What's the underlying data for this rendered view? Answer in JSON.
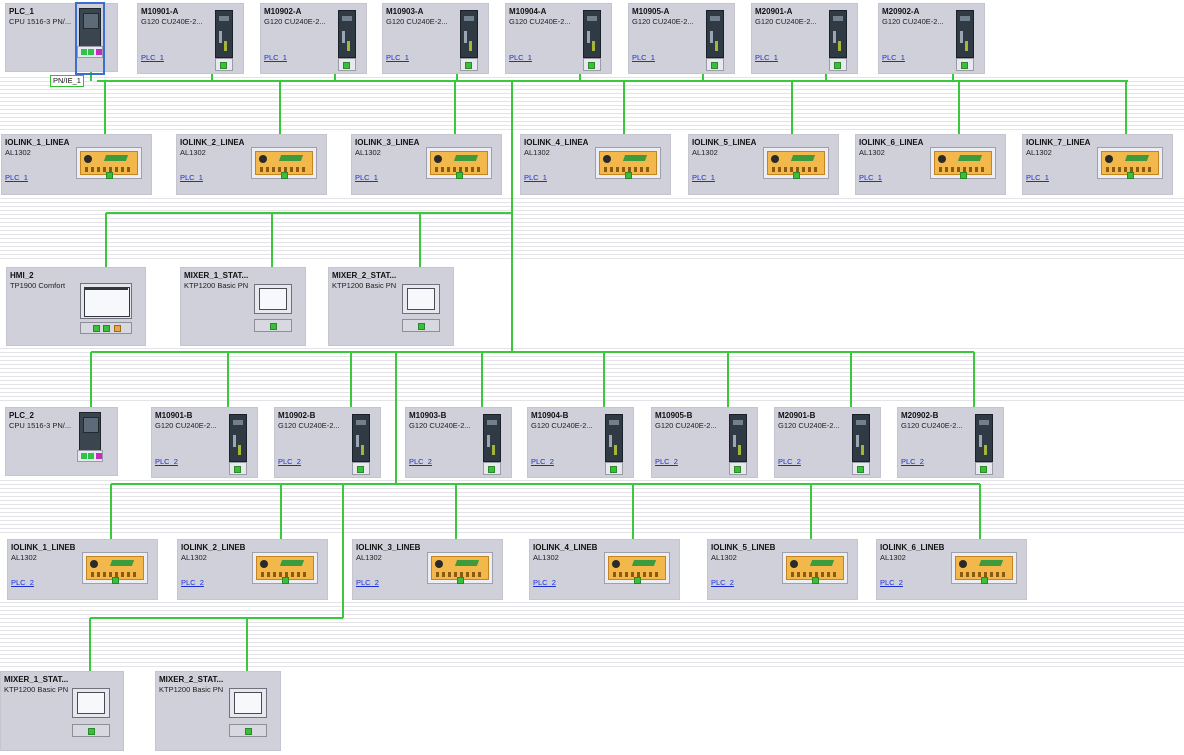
{
  "network": {
    "label": "PN/IE_1",
    "line_color": "#3cc83c"
  },
  "devices": [
    {
      "id": "plc1",
      "name": "PLC_1",
      "type": "CPU 1516-3 PN/...",
      "link": "",
      "kind": "plc",
      "selected": true
    },
    {
      "id": "m10901a",
      "name": "M10901-A",
      "type": "G120  CU240E-2...",
      "link": "PLC_1",
      "kind": "drive"
    },
    {
      "id": "m10902a",
      "name": "M10902-A",
      "type": "G120  CU240E-2...",
      "link": "PLC_1",
      "kind": "drive"
    },
    {
      "id": "m10903a",
      "name": "M10903-A",
      "type": "G120  CU240E-2...",
      "link": "PLC_1",
      "kind": "drive"
    },
    {
      "id": "m10904a",
      "name": "M10904-A",
      "type": "G120  CU240E-2...",
      "link": "PLC_1",
      "kind": "drive"
    },
    {
      "id": "m10905a",
      "name": "M10905-A",
      "type": "G120  CU240E-2...",
      "link": "PLC_1",
      "kind": "drive"
    },
    {
      "id": "m20901a",
      "name": "M20901-A",
      "type": "G120  CU240E-2...",
      "link": "PLC_1",
      "kind": "drive"
    },
    {
      "id": "m20902a",
      "name": "M20902-A",
      "type": "G120  CU240E-2...",
      "link": "PLC_1",
      "kind": "drive"
    },
    {
      "id": "iol1a",
      "name": "IOLINK_1_LINEA",
      "type": "AL1302",
      "link": "PLC_1",
      "kind": "iolink"
    },
    {
      "id": "iol2a",
      "name": "IOLINK_2_LINEA",
      "type": "AL1302",
      "link": "PLC_1",
      "kind": "iolink"
    },
    {
      "id": "iol3a",
      "name": "IOLINK_3_LINEA",
      "type": "AL1302",
      "link": "PLC_1",
      "kind": "iolink"
    },
    {
      "id": "iol4a",
      "name": "IOLINK_4_LINEA",
      "type": "AL1302",
      "link": "PLC_1",
      "kind": "iolink"
    },
    {
      "id": "iol5a",
      "name": "IOLINK_5_LINEA",
      "type": "AL1302",
      "link": "PLC_1",
      "kind": "iolink"
    },
    {
      "id": "iol6a",
      "name": "IOLINK_6_LINEA",
      "type": "AL1302",
      "link": "PLC_1",
      "kind": "iolink"
    },
    {
      "id": "iol7a",
      "name": "IOLINK_7_LINEA",
      "type": "AL1302",
      "link": "PLC_1",
      "kind": "iolink"
    },
    {
      "id": "hmi2",
      "name": "HMI_2",
      "type": "TP1900 Comfort",
      "link": "",
      "kind": "hmi"
    },
    {
      "id": "mix1a",
      "name": "MIXER_1_STAT...",
      "type": "KTP1200 Basic PN",
      "link": "",
      "kind": "ktp"
    },
    {
      "id": "mix2a",
      "name": "MIXER_2_STAT...",
      "type": "KTP1200 Basic PN",
      "link": "",
      "kind": "ktp"
    },
    {
      "id": "plc2",
      "name": "PLC_2",
      "type": "CPU 1516-3 PN/...",
      "link": "",
      "kind": "plc"
    },
    {
      "id": "m10901b",
      "name": "M10901-B",
      "type": "G120  CU240E-2...",
      "link": "PLC_2",
      "kind": "drive"
    },
    {
      "id": "m10902b",
      "name": "M10902-B",
      "type": "G120  CU240E-2...",
      "link": "PLC_2",
      "kind": "drive"
    },
    {
      "id": "m10903b",
      "name": "M10903-B",
      "type": "G120  CU240E-2...",
      "link": "PLC_2",
      "kind": "drive"
    },
    {
      "id": "m10904b",
      "name": "M10904-B",
      "type": "G120  CU240E-2...",
      "link": "PLC_2",
      "kind": "drive"
    },
    {
      "id": "m10905b",
      "name": "M10905-B",
      "type": "G120  CU240E-2...",
      "link": "PLC_2",
      "kind": "drive"
    },
    {
      "id": "m20901b",
      "name": "M20901-B",
      "type": "G120  CU240E-2...",
      "link": "PLC_2",
      "kind": "drive"
    },
    {
      "id": "m20902b",
      "name": "M20902-B",
      "type": "G120  CU240E-2...",
      "link": "PLC_2",
      "kind": "drive"
    },
    {
      "id": "iol1b",
      "name": "IOLINK_1_LINEB",
      "type": "AL1302",
      "link": "PLC_2",
      "kind": "iolink"
    },
    {
      "id": "iol2b",
      "name": "IOLINK_2_LINEB",
      "type": "AL1302",
      "link": "PLC_2",
      "kind": "iolink"
    },
    {
      "id": "iol3b",
      "name": "IOLINK_3_LINEB",
      "type": "AL1302",
      "link": "PLC_2",
      "kind": "iolink"
    },
    {
      "id": "iol4b",
      "name": "IOLINK_4_LINEB",
      "type": "AL1302",
      "link": "PLC_2",
      "kind": "iolink"
    },
    {
      "id": "iol5b",
      "name": "IOLINK_5_LINEB",
      "type": "AL1302",
      "link": "PLC_2",
      "kind": "iolink"
    },
    {
      "id": "iol6b",
      "name": "IOLINK_6_LINEB",
      "type": "AL1302",
      "link": "PLC_2",
      "kind": "iolink"
    },
    {
      "id": "mix1b",
      "name": "MIXER_1_STAT...",
      "type": "KTP1200 Basic PN",
      "link": "",
      "kind": "ktp"
    },
    {
      "id": "mix2b",
      "name": "MIXER_2_STAT...",
      "type": "KTP1200 Basic PN",
      "link": "",
      "kind": "ktp"
    }
  ]
}
